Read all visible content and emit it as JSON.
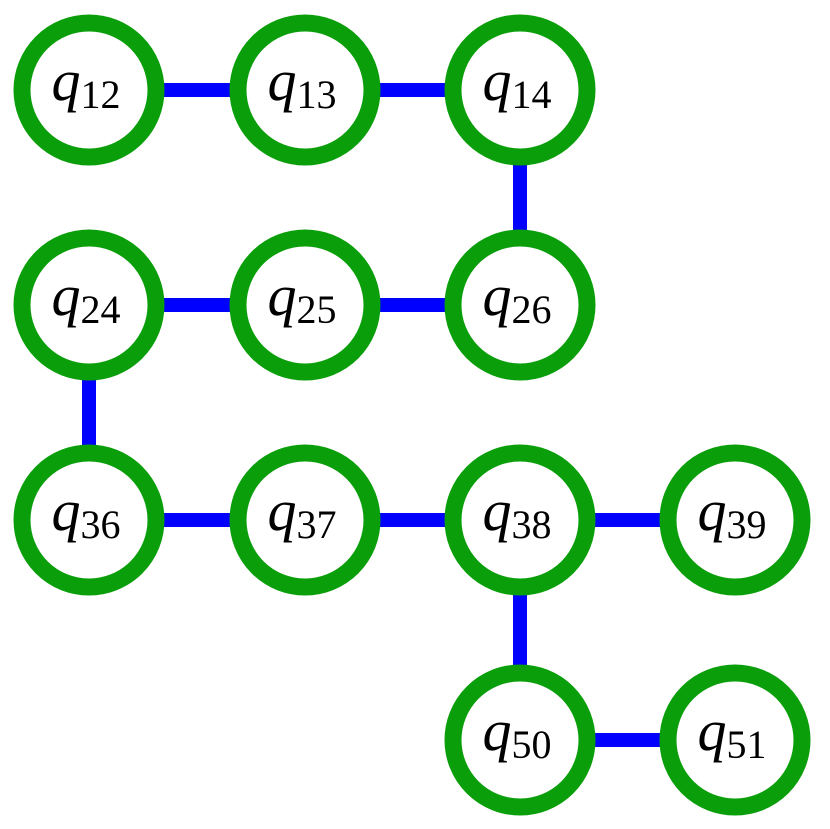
{
  "colors": {
    "node_ring": "#0a9e0a",
    "edge": "#0000ff",
    "node_fill": "#ffffff",
    "label": "#000000"
  },
  "nodes": [
    {
      "id": "q12",
      "symbol": "q",
      "index": "12",
      "row": 0,
      "col": 0
    },
    {
      "id": "q13",
      "symbol": "q",
      "index": "13",
      "row": 0,
      "col": 1
    },
    {
      "id": "q14",
      "symbol": "q",
      "index": "14",
      "row": 0,
      "col": 2
    },
    {
      "id": "q24",
      "symbol": "q",
      "index": "24",
      "row": 1,
      "col": 0
    },
    {
      "id": "q25",
      "symbol": "q",
      "index": "25",
      "row": 1,
      "col": 1
    },
    {
      "id": "q26",
      "symbol": "q",
      "index": "26",
      "row": 1,
      "col": 2
    },
    {
      "id": "q36",
      "symbol": "q",
      "index": "36",
      "row": 2,
      "col": 0
    },
    {
      "id": "q37",
      "symbol": "q",
      "index": "37",
      "row": 2,
      "col": 1
    },
    {
      "id": "q38",
      "symbol": "q",
      "index": "38",
      "row": 2,
      "col": 2
    },
    {
      "id": "q39",
      "symbol": "q",
      "index": "39",
      "row": 2,
      "col": 3
    },
    {
      "id": "q50",
      "symbol": "q",
      "index": "50",
      "row": 3,
      "col": 2
    },
    {
      "id": "q51",
      "symbol": "q",
      "index": "51",
      "row": 3,
      "col": 3
    }
  ],
  "edges": [
    [
      "q12",
      "q13"
    ],
    [
      "q13",
      "q14"
    ],
    [
      "q14",
      "q26"
    ],
    [
      "q24",
      "q25"
    ],
    [
      "q25",
      "q26"
    ],
    [
      "q24",
      "q36"
    ],
    [
      "q36",
      "q37"
    ],
    [
      "q37",
      "q38"
    ],
    [
      "q38",
      "q39"
    ],
    [
      "q38",
      "q50"
    ],
    [
      "q50",
      "q51"
    ]
  ]
}
